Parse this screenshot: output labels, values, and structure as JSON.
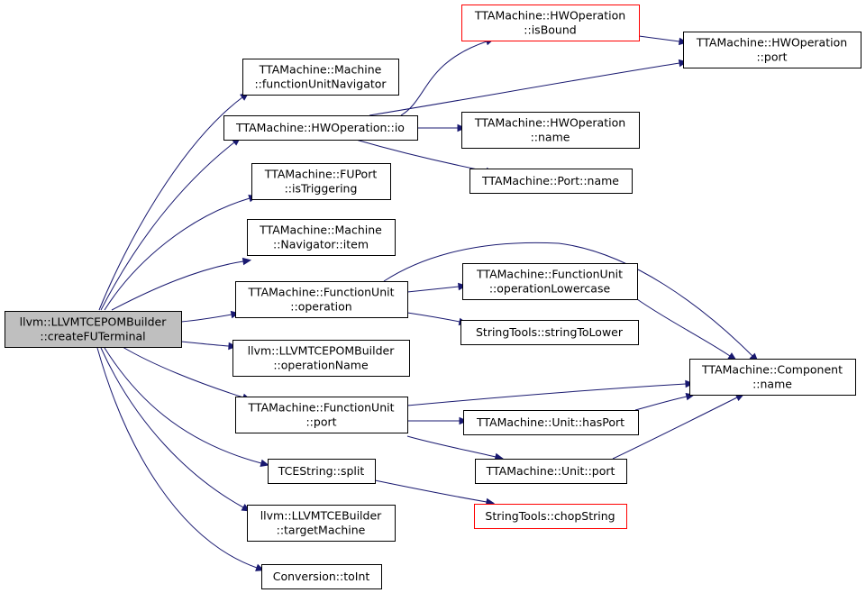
{
  "colors": {
    "edge": "#191970",
    "node_border": "#000000",
    "node_fill": "#ffffff",
    "root_fill": "#bfbfbf",
    "truncated_border": "#ff0000"
  },
  "nodes": [
    {
      "id": "root",
      "lines": [
        "llvm::LLVMTCEPOMBuilder",
        "::createFUTerminal"
      ],
      "style": "root"
    },
    {
      "id": "fuNavigator",
      "lines": [
        "TTAMachine::Machine",
        "::functionUnitNavigator"
      ],
      "style": "normal"
    },
    {
      "id": "hwIo",
      "lines": [
        "TTAMachine::HWOperation::io"
      ],
      "style": "normal"
    },
    {
      "id": "isTriggering",
      "lines": [
        "TTAMachine::FUPort",
        "::isTriggering"
      ],
      "style": "normal"
    },
    {
      "id": "navItem",
      "lines": [
        "TTAMachine::Machine",
        "::Navigator::item"
      ],
      "style": "normal"
    },
    {
      "id": "fuOperation",
      "lines": [
        "TTAMachine::FunctionUnit",
        "::operation"
      ],
      "style": "normal"
    },
    {
      "id": "operationName",
      "lines": [
        "llvm::LLVMTCEPOMBuilder",
        "::operationName"
      ],
      "style": "normal"
    },
    {
      "id": "fuPort",
      "lines": [
        "TTAMachine::FunctionUnit",
        "::port"
      ],
      "style": "normal"
    },
    {
      "id": "split",
      "lines": [
        "TCEString::split"
      ],
      "style": "normal"
    },
    {
      "id": "targetMachine",
      "lines": [
        "llvm::LLVMTCEBuilder",
        "::targetMachine"
      ],
      "style": "normal"
    },
    {
      "id": "toInt",
      "lines": [
        "Conversion::toInt"
      ],
      "style": "normal"
    },
    {
      "id": "isBound",
      "lines": [
        "TTAMachine::HWOperation",
        "::isBound"
      ],
      "style": "truncated"
    },
    {
      "id": "hwPort",
      "lines": [
        "TTAMachine::HWOperation",
        "::port"
      ],
      "style": "normal"
    },
    {
      "id": "hwName",
      "lines": [
        "TTAMachine::HWOperation",
        "::name"
      ],
      "style": "normal"
    },
    {
      "id": "portName",
      "lines": [
        "TTAMachine::Port::name"
      ],
      "style": "normal"
    },
    {
      "id": "opLower",
      "lines": [
        "TTAMachine::FunctionUnit",
        "::operationLowercase"
      ],
      "style": "normal"
    },
    {
      "id": "strLower",
      "lines": [
        "StringTools::stringToLower"
      ],
      "style": "normal"
    },
    {
      "id": "compName",
      "lines": [
        "TTAMachine::Component",
        "::name"
      ],
      "style": "normal"
    },
    {
      "id": "hasPort",
      "lines": [
        "TTAMachine::Unit::hasPort"
      ],
      "style": "normal"
    },
    {
      "id": "unitPort",
      "lines": [
        "TTAMachine::Unit::port"
      ],
      "style": "normal"
    },
    {
      "id": "chopString",
      "lines": [
        "StringTools::chopString"
      ],
      "style": "truncated"
    }
  ],
  "edges": [
    {
      "from": "root",
      "to": "fuNavigator"
    },
    {
      "from": "root",
      "to": "hwIo"
    },
    {
      "from": "root",
      "to": "isTriggering"
    },
    {
      "from": "root",
      "to": "navItem"
    },
    {
      "from": "root",
      "to": "fuOperation"
    },
    {
      "from": "root",
      "to": "operationName"
    },
    {
      "from": "root",
      "to": "fuPort"
    },
    {
      "from": "root",
      "to": "split"
    },
    {
      "from": "root",
      "to": "targetMachine"
    },
    {
      "from": "root",
      "to": "toInt"
    },
    {
      "from": "hwIo",
      "to": "isBound"
    },
    {
      "from": "hwIo",
      "to": "hwPort"
    },
    {
      "from": "hwIo",
      "to": "hwName"
    },
    {
      "from": "hwIo",
      "to": "portName"
    },
    {
      "from": "isBound",
      "to": "hwPort"
    },
    {
      "from": "fuOperation",
      "to": "compName"
    },
    {
      "from": "fuOperation",
      "to": "opLower"
    },
    {
      "from": "fuOperation",
      "to": "strLower"
    },
    {
      "from": "opLower",
      "to": "compName"
    },
    {
      "from": "fuPort",
      "to": "compName"
    },
    {
      "from": "fuPort",
      "to": "hasPort"
    },
    {
      "from": "fuPort",
      "to": "unitPort"
    },
    {
      "from": "hasPort",
      "to": "compName"
    },
    {
      "from": "unitPort",
      "to": "compName"
    },
    {
      "from": "split",
      "to": "chopString"
    }
  ]
}
